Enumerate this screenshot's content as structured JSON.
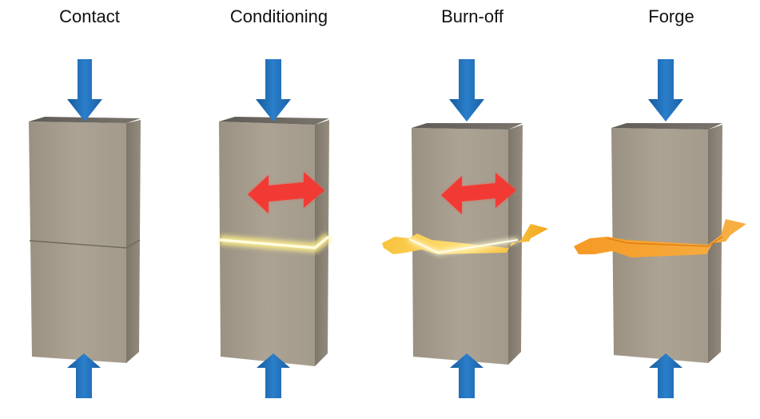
{
  "diagram": {
    "stages": [
      {
        "id": "contact",
        "label": "Contact",
        "oscillation": false,
        "interface": "seam"
      },
      {
        "id": "conditioning",
        "label": "Conditioning",
        "oscillation": true,
        "interface": "glow"
      },
      {
        "id": "burn-off",
        "label": "Burn-off",
        "oscillation": true,
        "interface": "flash-hot"
      },
      {
        "id": "forge",
        "label": "Forge",
        "oscillation": false,
        "interface": "flash-cooled"
      }
    ],
    "colors": {
      "force_arrow": "#1f6fb8",
      "oscillation_arrow": "#f23a35",
      "glow": "#fff6b0",
      "flash_hot": "#f5b31c",
      "flash_cooled": "#f59a25",
      "block_front": "#a49b8c",
      "block_side": "#8b8375",
      "block_top": "#6f6a63"
    },
    "icons": {
      "force": "down-arrow-icon",
      "oscillation": "double-headed-arrow-icon"
    }
  }
}
